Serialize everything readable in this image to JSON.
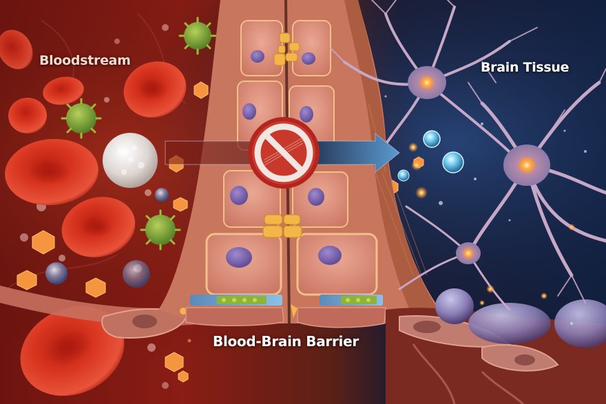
{
  "diagram": {
    "title": "Blood-Brain Barrier",
    "regions": {
      "left": {
        "label": "Bloodstream",
        "theme_color": "#8e1a12"
      },
      "center": {
        "label": "Blood-Brain Barrier",
        "theme_color": "#e0907a"
      },
      "right": {
        "label": "Brain Tissue",
        "theme_color": "#14244a"
      }
    },
    "elements": {
      "blocked_arrow": {
        "direction": "left-to-right",
        "start_color": "#8a2318",
        "end_color": "#4f8ec2",
        "symbol": "prohibition-sign",
        "symbol_color": "#c7322a"
      },
      "bloodstream_contents": [
        "red-blood-cells",
        "white-blood-cell",
        "viruses",
        "orange-hexagonal-molecules",
        "vesicles"
      ],
      "barrier_components": [
        "endothelial-cells",
        "cell-nuclei",
        "tight-junctions",
        "basement-membrane"
      ],
      "brain_contents": [
        "neurons",
        "glowing-synapses",
        "blue-molecules",
        "astrocyte-end-feet"
      ]
    },
    "colors": {
      "rbc": "#d2301e",
      "cell": "#e39c88",
      "nucleus": "#7e68b0",
      "junction": "#f2b447",
      "neuron": "#c2a4c8",
      "glow": "#ffd27a",
      "brain_bg": "#0f1c3c"
    }
  }
}
